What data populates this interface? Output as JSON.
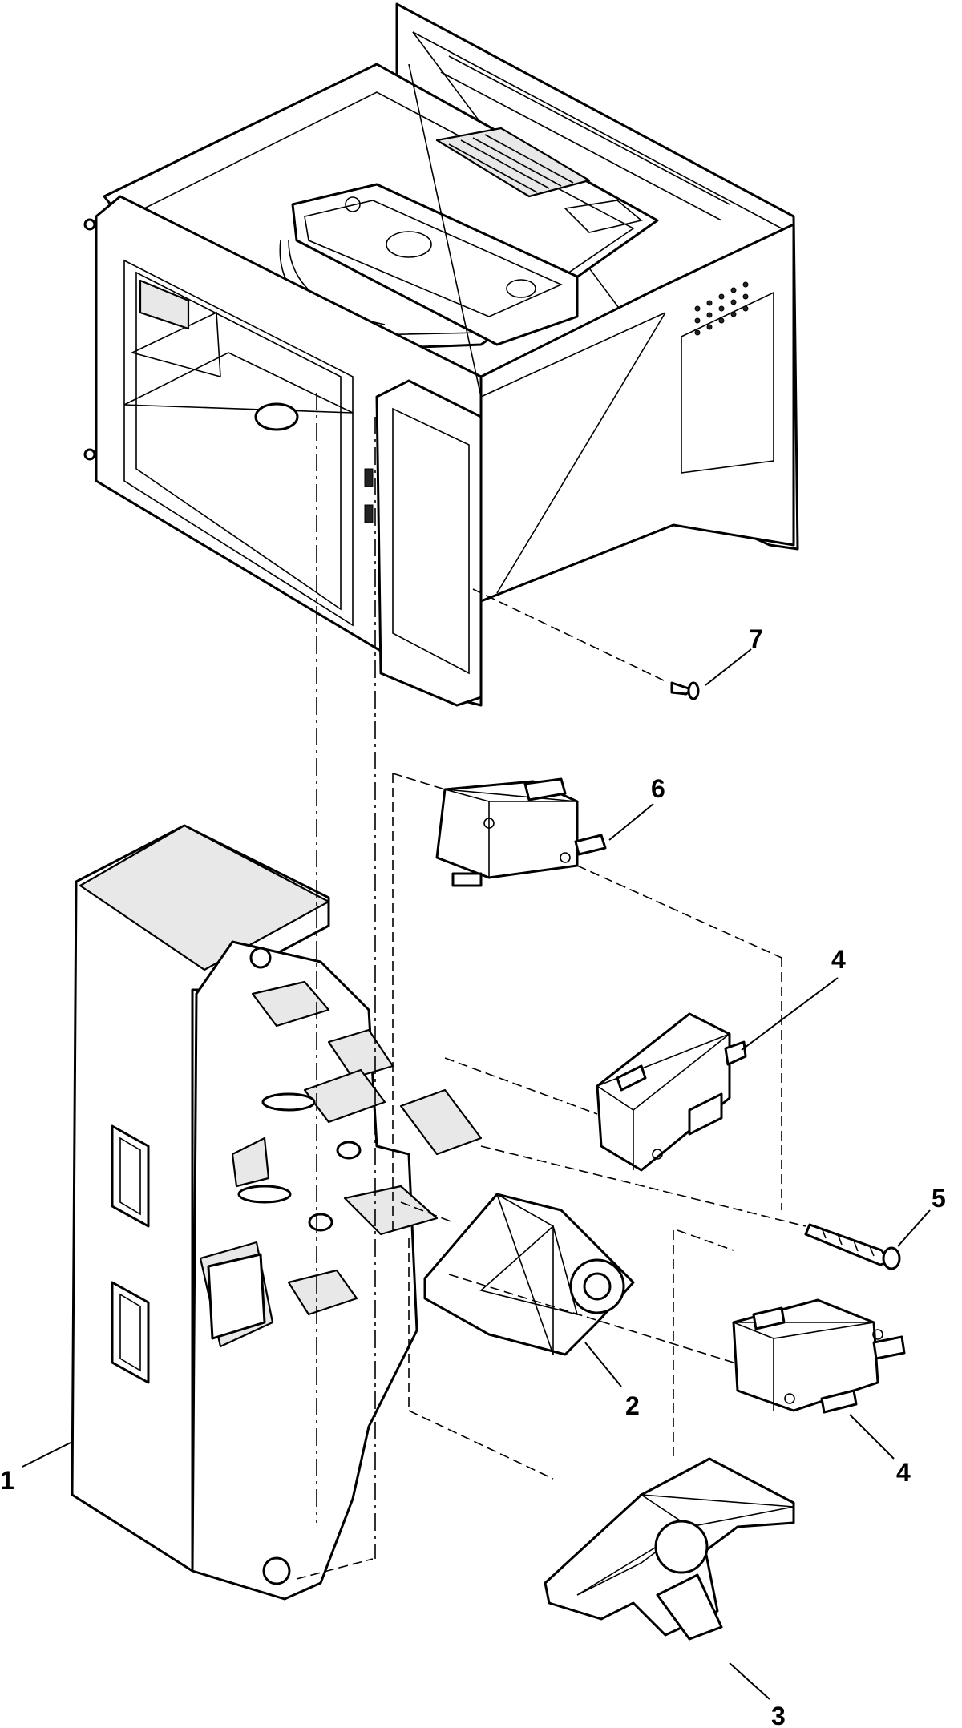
{
  "diagram": {
    "type": "exploded-parts-view",
    "callouts": [
      {
        "id": "callout-1",
        "label": "1"
      },
      {
        "id": "callout-2",
        "label": "2"
      },
      {
        "id": "callout-3",
        "label": "3"
      },
      {
        "id": "callout-4a",
        "label": "4"
      },
      {
        "id": "callout-4b",
        "label": "4"
      },
      {
        "id": "callout-5",
        "label": "5"
      },
      {
        "id": "callout-6",
        "label": "6"
      },
      {
        "id": "callout-7",
        "label": "7"
      }
    ]
  }
}
